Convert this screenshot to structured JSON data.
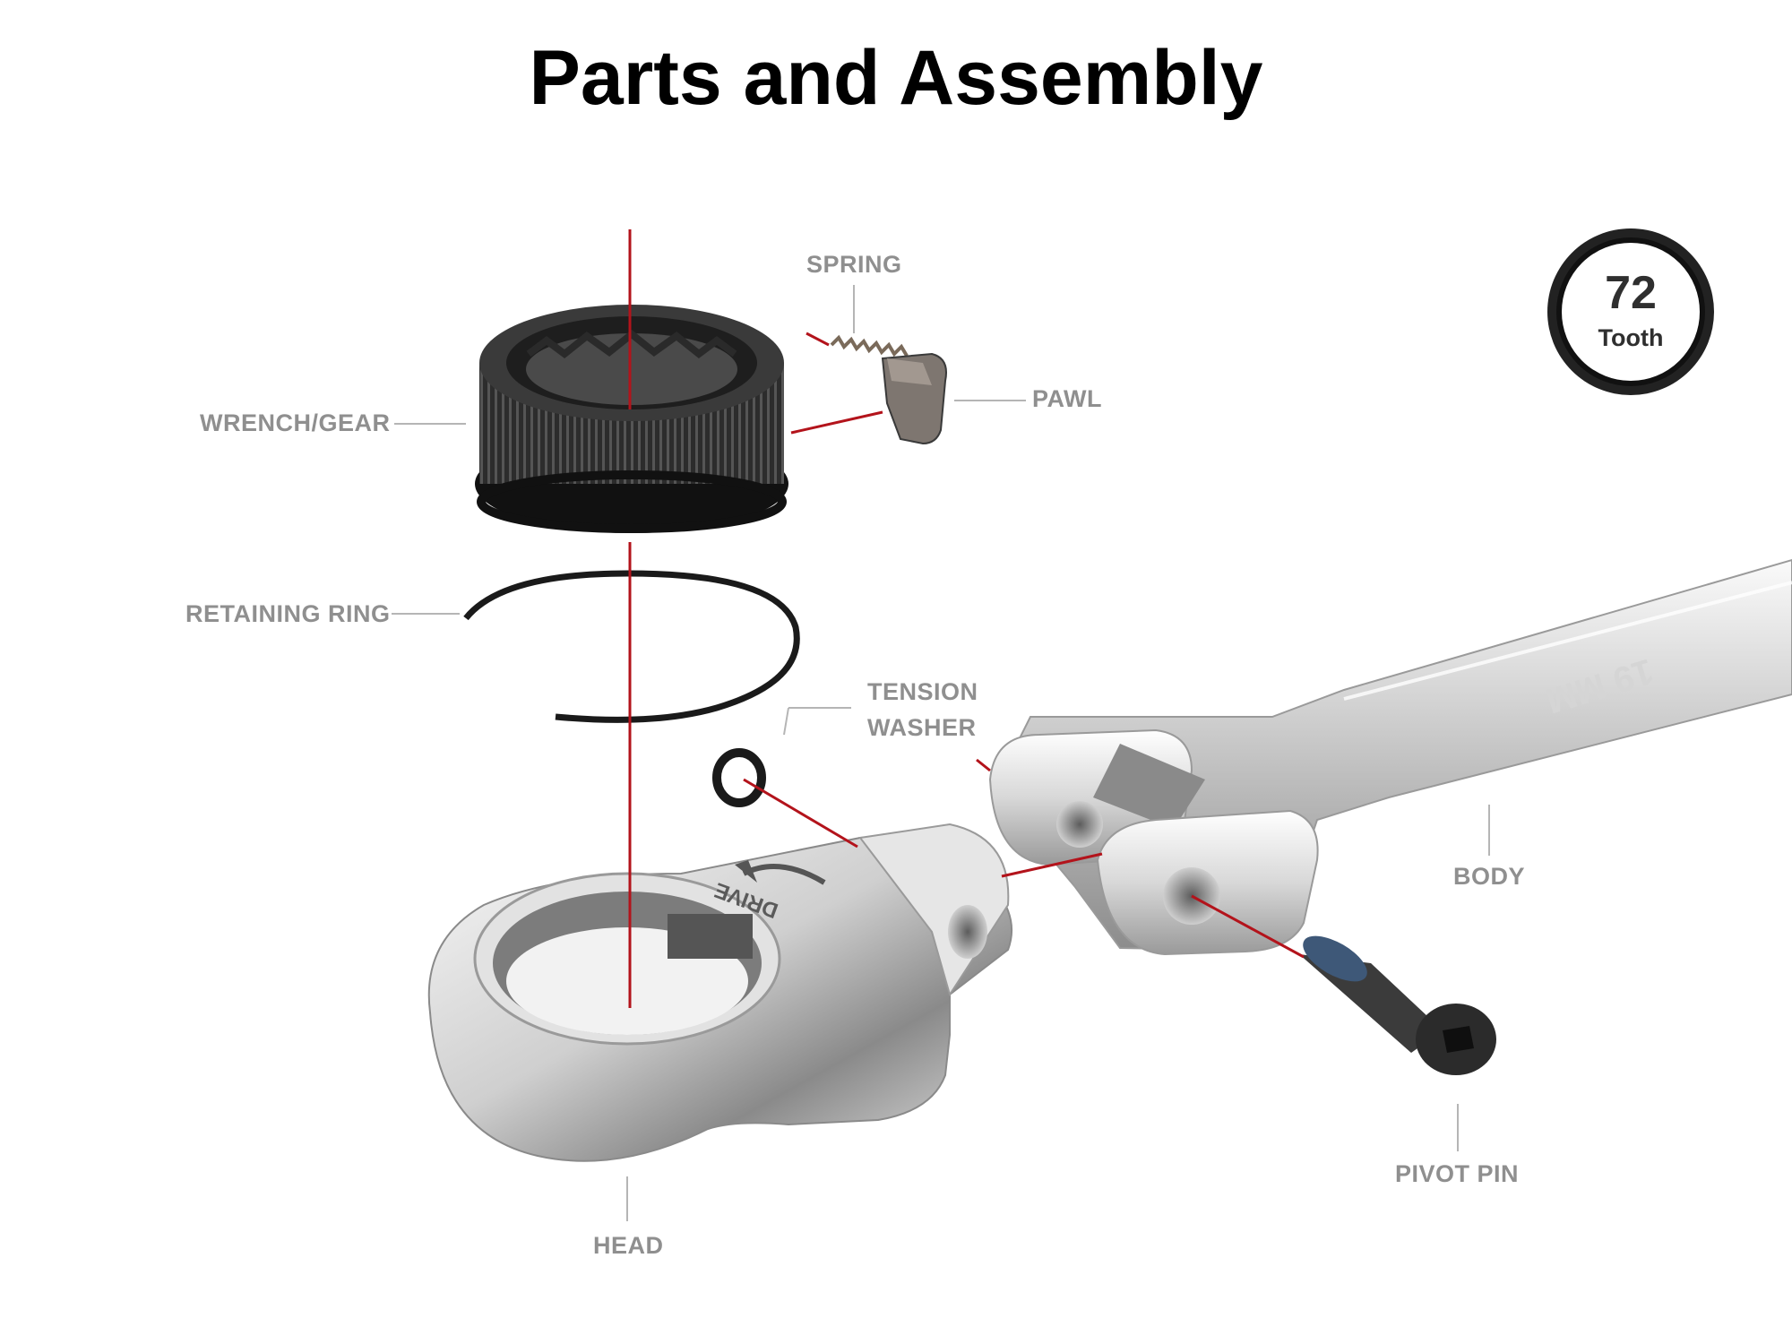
{
  "title": "Parts and Assembly",
  "badge": {
    "number": "72",
    "unit": "Tooth"
  },
  "labels": {
    "spring": "SPRING",
    "pawl": "PAWL",
    "wrench_gear": "WRENCH/GEAR",
    "retaining_ring": "RETAINING RING",
    "tension_washer_line1": "TENSION",
    "tension_washer_line2": "WASHER",
    "body": "BODY",
    "pivot_pin": "PIVOT PIN",
    "head": "HEAD",
    "drive": "DRIVE",
    "handle_mark": "19 MM"
  },
  "colors": {
    "accent_line": "#b3131b",
    "leader_line": "#b5b5b5",
    "label_text": "#8f8f8f",
    "chrome_light": "#eeeeee",
    "chrome_dark": "#6f6f6f",
    "gear_black": "#2a2a2a"
  }
}
